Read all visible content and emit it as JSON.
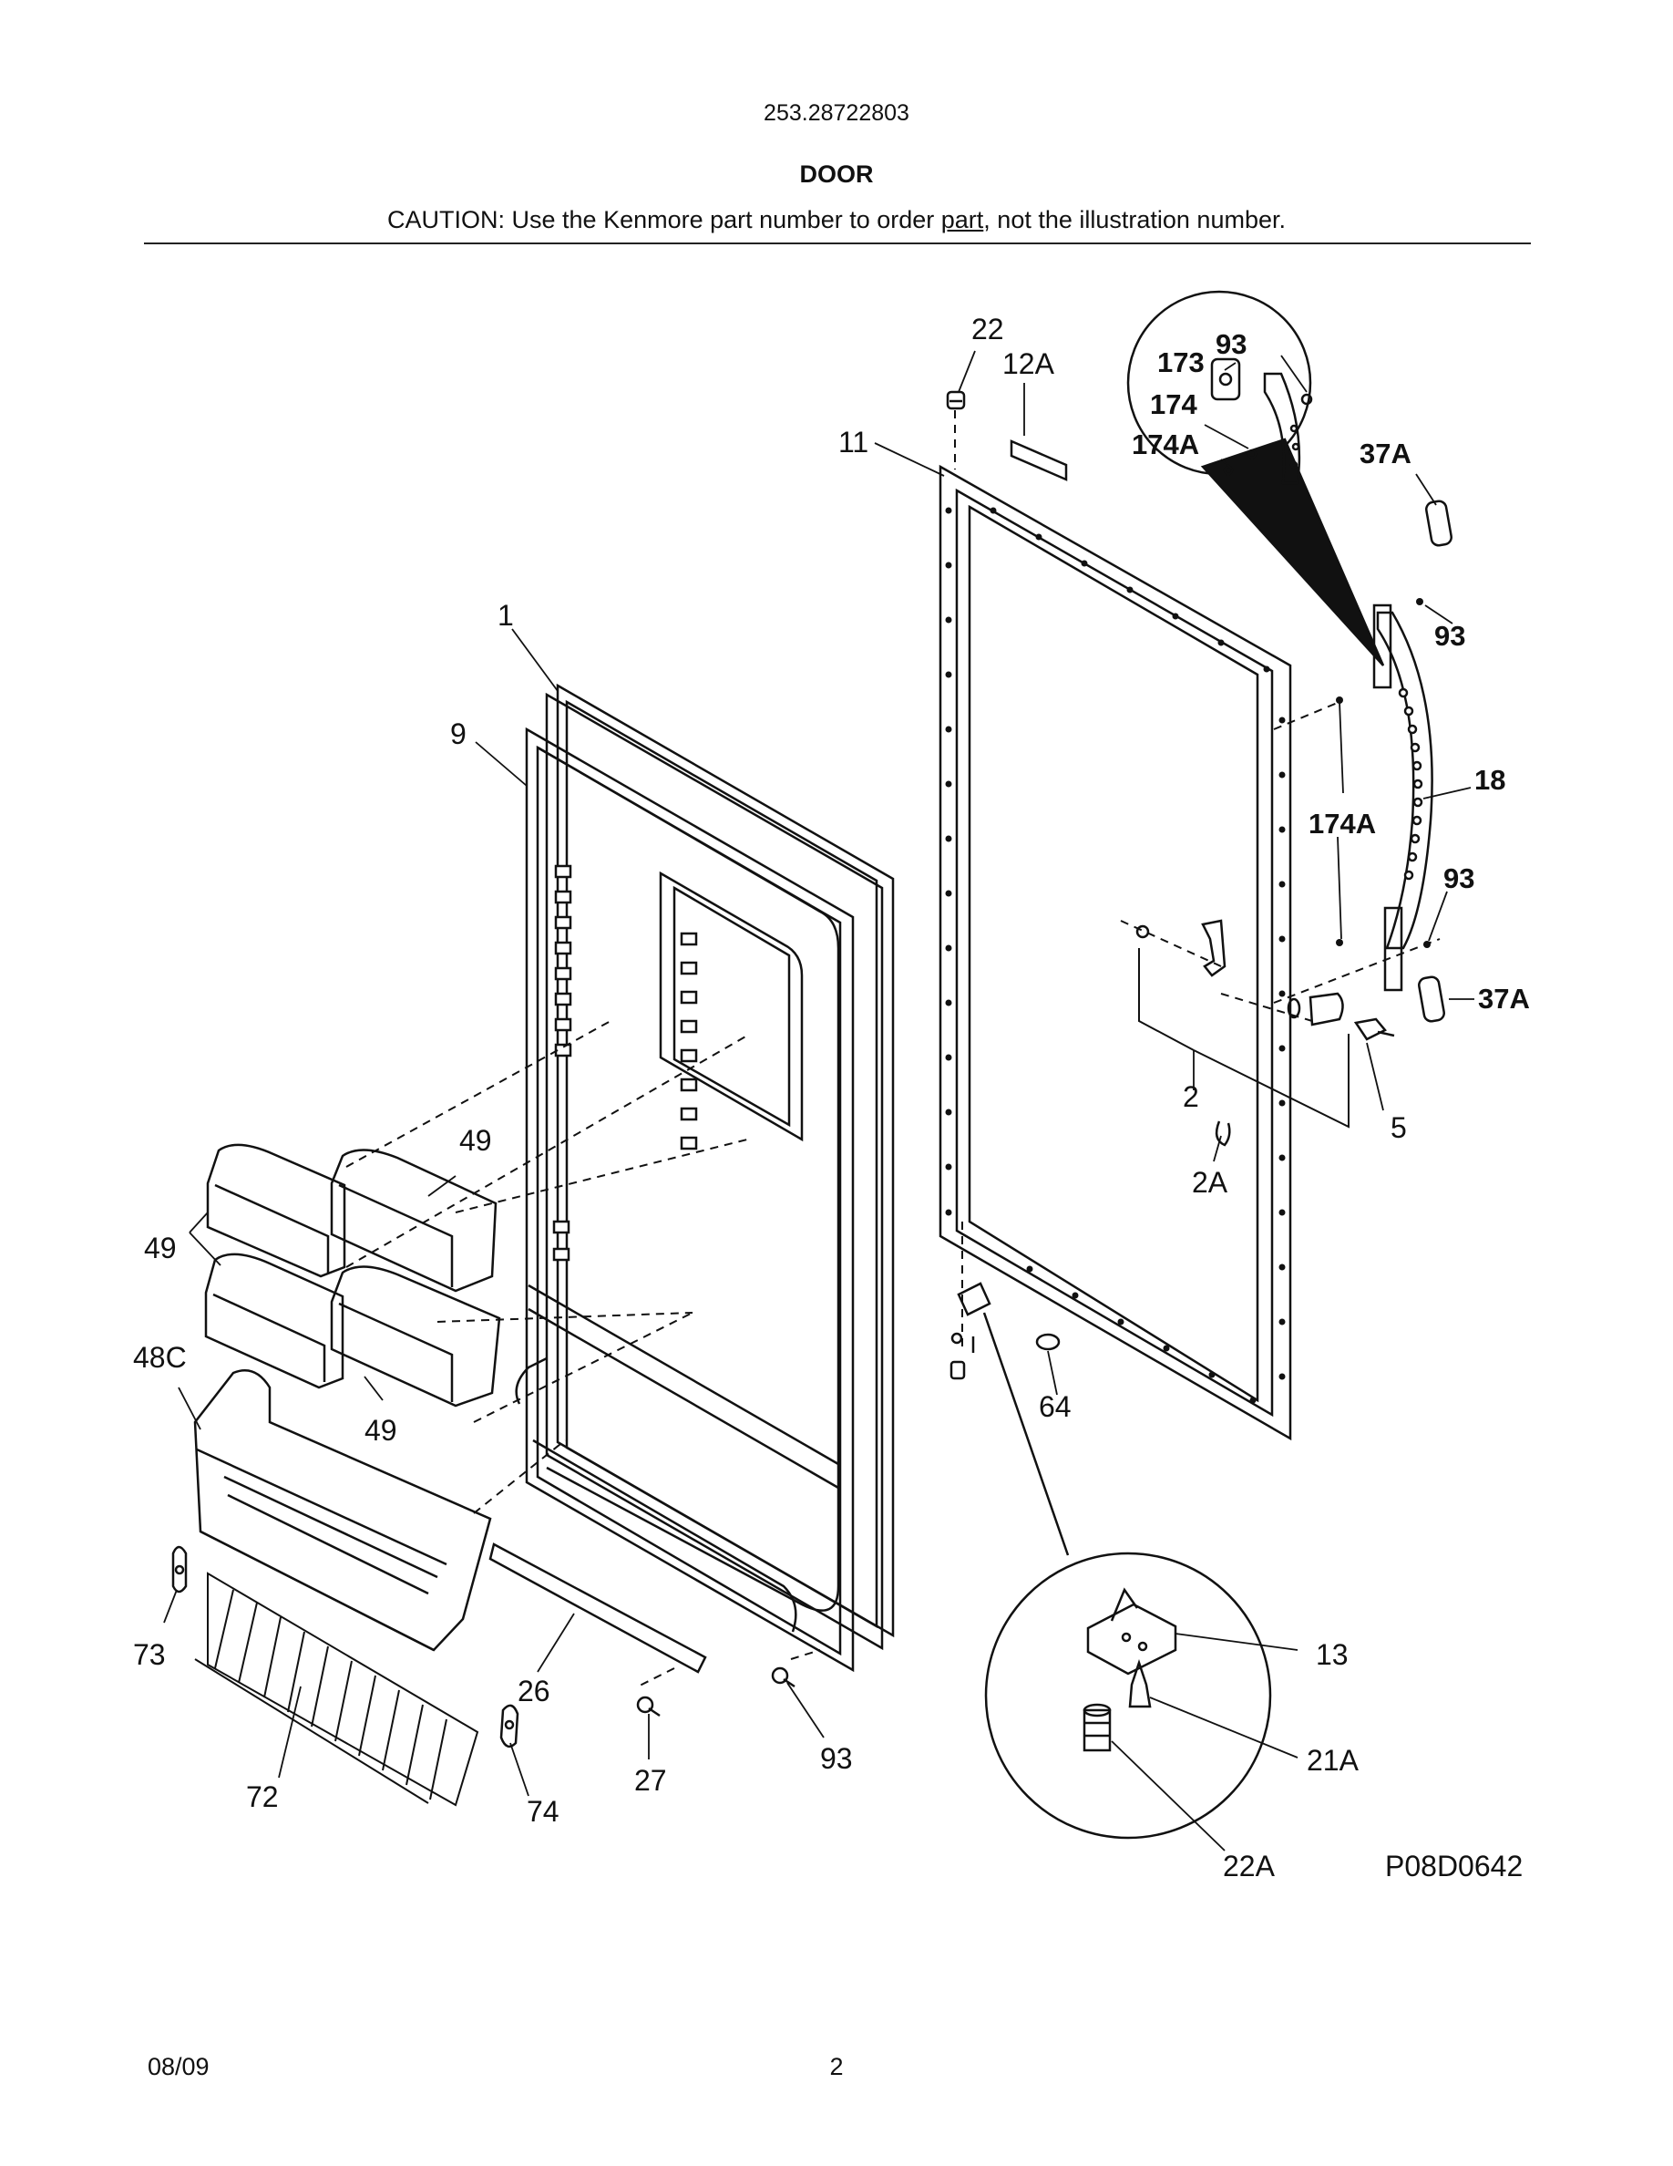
{
  "header": {
    "model_number": "253.28722803",
    "section_title": "DOOR",
    "caution_before": "CAUTION: Use the Kenmore part number to order ",
    "caution_underlined": "part",
    "caution_after": ", not the illustration number."
  },
  "diagram": {
    "callouts": [
      "22",
      "12A",
      "11",
      "93",
      "173",
      "174",
      "174A",
      "37A",
      "93",
      "18",
      "174A",
      "93",
      "37A",
      "1",
      "9",
      "2",
      "5",
      "2A",
      "49",
      "49",
      "48C",
      "49",
      "64",
      "73",
      "26",
      "72",
      "74",
      "27",
      "93",
      "13",
      "21A",
      "22A"
    ],
    "figure_code": "P08D0642"
  },
  "footer": {
    "date": "08/09",
    "page_number": "2"
  }
}
